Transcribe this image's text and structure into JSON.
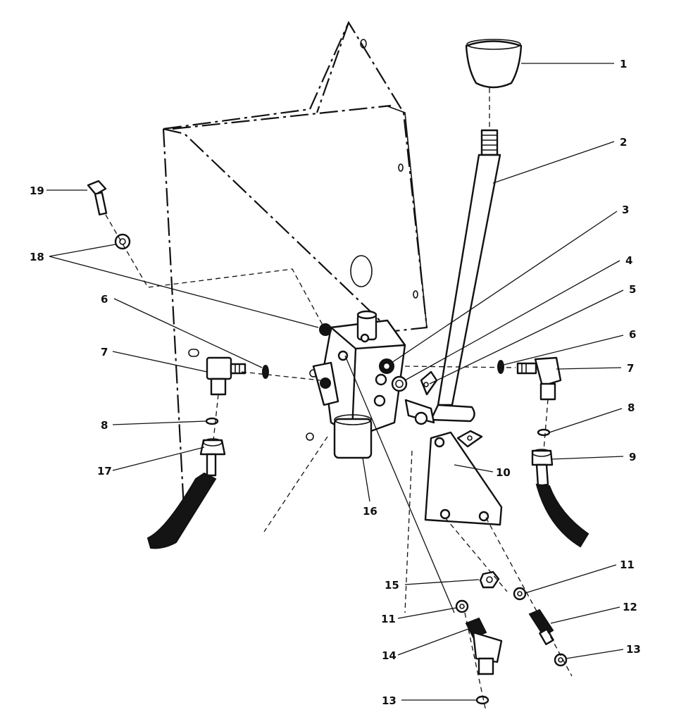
{
  "callouts": {
    "c1": "1",
    "c2": "2",
    "c3": "3",
    "c4": "4",
    "c5": "5",
    "c6_left": "6",
    "c6_right": "6",
    "c7_left": "7",
    "c7_right": "7",
    "c8_left": "8",
    "c8_right": "8",
    "c9": "9",
    "c10": "10",
    "c11_bottom_left": "11",
    "c11_bottom_right": "11",
    "c12": "12",
    "c13_bottom_left": "13",
    "c13_bottom_right": "13",
    "c14": "14",
    "c15": "15",
    "c16": "16",
    "c17": "17",
    "c18": "18",
    "c19": "19"
  }
}
